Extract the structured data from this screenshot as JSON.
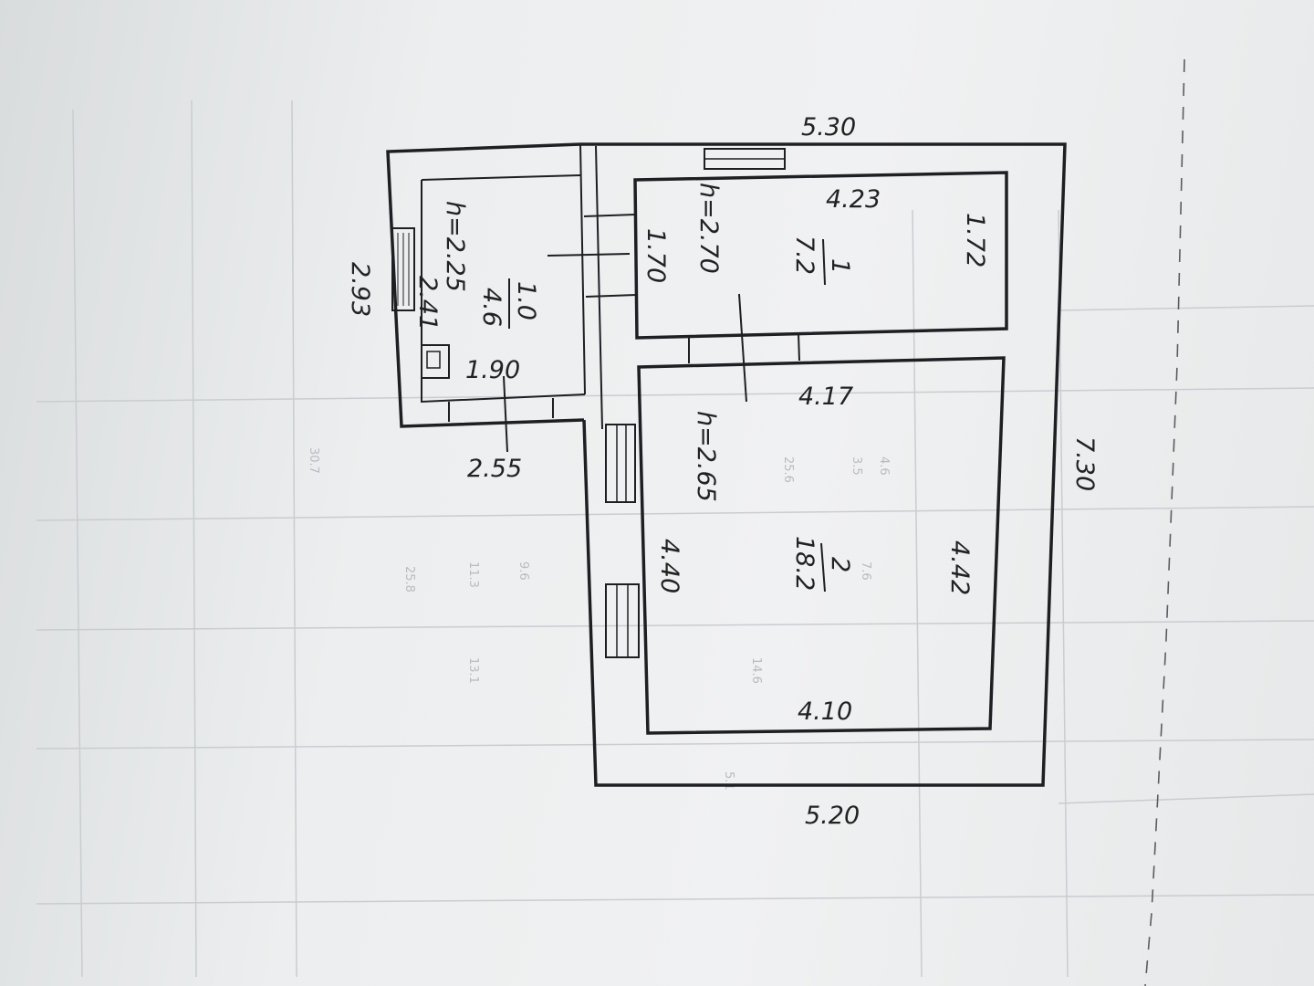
{
  "plan": {
    "outer": {
      "top": "5.30",
      "right": "7.30",
      "bottom": "5.20",
      "left": "2.93",
      "porch_bottom": "2.55"
    },
    "room1": {
      "number": "1",
      "area": "7.2",
      "height": "h=2.70",
      "dim_top": "4.23",
      "dim_left": "1.70",
      "dim_right": "1.72"
    },
    "room2": {
      "number": "2",
      "area": "18.2",
      "height": "h=2.65",
      "dim_top": "4.17",
      "dim_left": "4.40",
      "dim_right": "4.42",
      "dim_bottom": "4.10"
    },
    "room3": {
      "number": "1.0",
      "area": "4.6",
      "height": "h=2.25",
      "dim_side": "2.41",
      "dim_bottom": "1.90"
    }
  },
  "background": {
    "faint_numbers": [
      "25.6",
      "3.5",
      "4.6",
      "7.6",
      "9.6",
      "11.3",
      "14.6",
      "13.1",
      "25.8",
      "30.7",
      "5.1"
    ]
  }
}
